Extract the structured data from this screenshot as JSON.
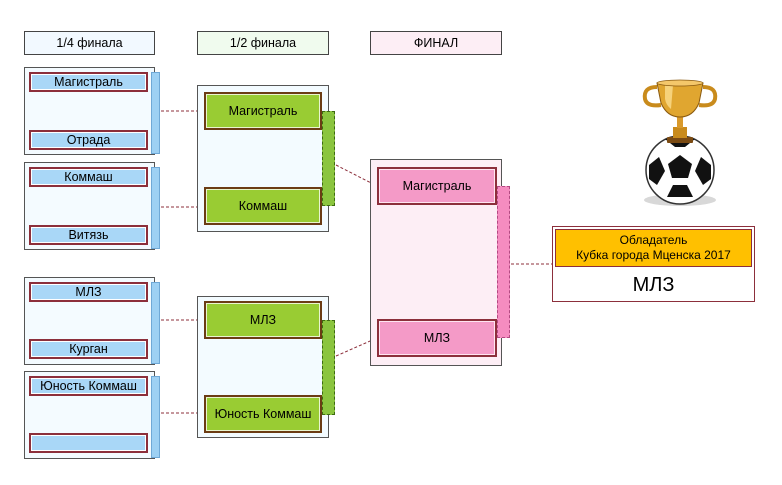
{
  "headers": {
    "quarter": "1/4 финала",
    "semi": "1/2 финала",
    "final": "ФИНАЛ"
  },
  "quarterfinals": [
    {
      "top": "Магистраль",
      "bottom": "Отрада"
    },
    {
      "top": "Коммаш",
      "bottom": "Витязь"
    },
    {
      "top": "МЛЗ",
      "bottom": "Курган"
    },
    {
      "top": "Юность Коммаш",
      "bottom": ""
    }
  ],
  "semifinals": [
    {
      "top": "Магистраль",
      "bottom": "Коммаш"
    },
    {
      "top": "МЛЗ",
      "bottom": "Юность Коммаш"
    }
  ],
  "final": {
    "top": "Магистраль",
    "bottom": "МЛЗ"
  },
  "winner": {
    "line1": "Обладатель",
    "line2": "Кубка города Мценска 2017",
    "name": "МЛЗ"
  },
  "colors": {
    "quarter": "#a9d7f7",
    "semi": "#99cc33",
    "final": "#f49ac7",
    "winner": "#ffc000",
    "connector": "#8c2f3b"
  },
  "icons": {
    "trophy": "trophy-with-soccer-ball-icon"
  }
}
